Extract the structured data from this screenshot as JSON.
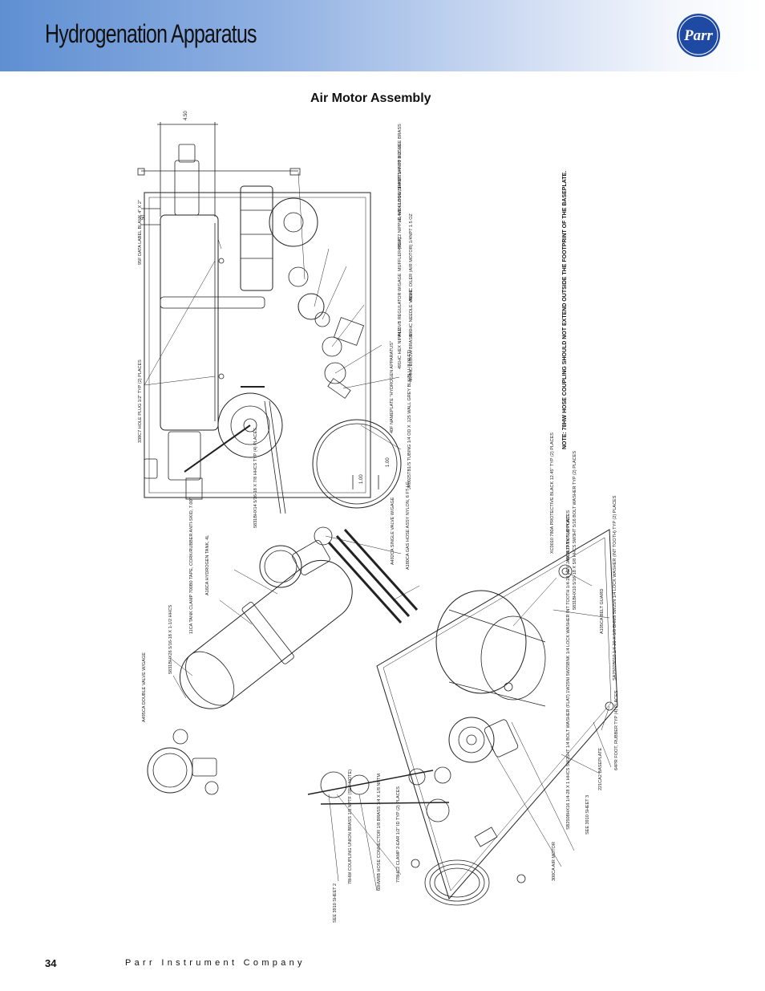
{
  "header": {
    "title": "Hydrogenation Apparatus",
    "logo_text": "Parr",
    "band_color": "#6f98d8",
    "logo_color": "#1f4aa3"
  },
  "section": {
    "title": "Air Motor Assembly"
  },
  "dimensions": {
    "width": "4.50",
    "offset": ".50",
    "gauge_a": "1.00",
    "gauge_b": "1.00"
  },
  "top_labels": [
    "95F DATA LABEL BLANK 4\" X 2\"",
    "338C7 HOLE PLUG 1/2\" TYP (2) PLACES",
    "5831BHX14 5/16-18 X 7/8 HHCS TYP (4) PLACES",
    "40F NAMEPLATE \"HYDROGEN APPARATUS\"",
    "JR0025TB1/S TUBING 1/4 OD X .125 WALL GREY BLK/BLU (8.00 FT)",
    "491HC HEX NIPPLE",
    "4R4HC ELBOW BRASS",
    "A415VB REGULATOR W/GAGE",
    "486HC NEEDLE VALVE",
    "MUFFLER (REF)",
    "485HC OILER (AIR MOTOR) 1/4NPT 1.5 OZ",
    "491HC2 NIPPLE, HEX LONG BRASS 1/4NPT X 3\" LG",
    "414VB ELBOW, 1/4NPTM-F 90 DEGREE BRASS"
  ],
  "note": "NOTE: 78HW HOSE COUPLING SHOULD NOT EXTEND OUTSIDE THE FOOTPRINT OF THE BASEPLATE.",
  "bottom_labels": [
    "5831BHX26 5/16-18 X 1-1/2 HHCS",
    "A495CA DOUBLE VALVE W/GAGE",
    "A16CA HYDROGEN TANK, 4L",
    "11CA TANK CLAMP 700B0 TAPE, CORK/RUBBER ANTI-SKID, 7.00\"",
    "A492CA SINGLE VALVE W/GAGE",
    "A180CA GAS HOSE ASSY NYLON, 6 FT LG",
    "XC0010 780A PROTECTIVE BLACK 12.45\" TYP (2) PLACES",
    "49CA TANK SUPPORT",
    "5831BHX10 5/16-18 X 5/8 HHCS 5W3HT 5/16 BOLT WASHER TYP (2) PLACES",
    "A105CA BELT GUARD",
    "SA2502B010 1/4-20 X 5/8 BHMS 5W25N 1/4 LOCK WASHER (INT TOOTH) TYP (2) PLACES",
    "64PR FOOT, RUBBER TYP (4) PLACES",
    "221CA2 BASEPLATE",
    "SEE 3910 SHEET 3",
    "SB2508HX16 1/4-28 X 1 HHCS 5W25HT 1/4 BOLT WASHER (FLAT) 1W25NI 5W25BNK 1/4 LOCK WASHER INT TOOTH 1/4-28 HEX JAM NUT TYP (4) PLACES",
    "300CA AIR MOTOR",
    "78HW COUPLING UNION BRASS 1/8 NPTF (SEE NOTE)",
    "60HW8B HOSE CONNECTOR 1/8 BRASS 1/4 X 1/8 NPTM",
    "778HC2 CLAMP 2-EAR 1/2\" ID TYP (2) PLACES",
    "SEE 3910 SHEET 2"
  ],
  "footer": {
    "page_number": "34",
    "company": "Parr Instrument Company"
  }
}
